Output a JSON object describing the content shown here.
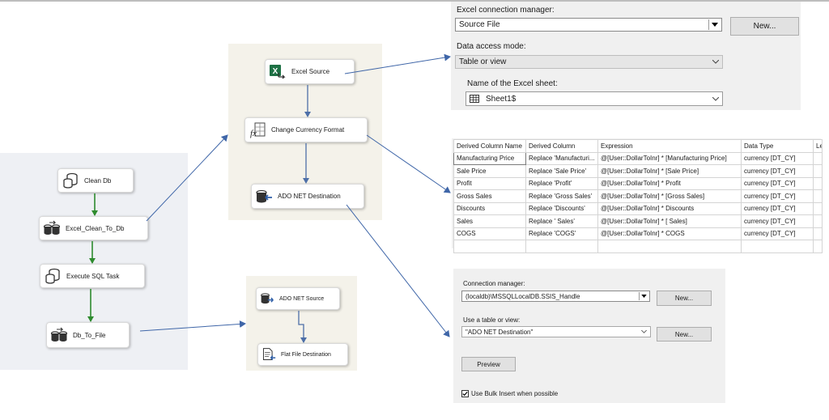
{
  "control_flow": {
    "tasks": [
      {
        "label": "Clean Db"
      },
      {
        "label": "Excel_Clean_To_Db"
      },
      {
        "label": "Execute SQL Task"
      },
      {
        "label": "Db_To_File"
      }
    ]
  },
  "data_flow_1": {
    "components": [
      {
        "label": "Excel Source"
      },
      {
        "label": "Change Currency Format"
      },
      {
        "label": "ADO NET Destination"
      }
    ]
  },
  "data_flow_2": {
    "components": [
      {
        "label": "ADO NET Source"
      },
      {
        "label": "Flat File Destination"
      }
    ]
  },
  "excel_source_editor": {
    "connection_manager_label": "Excel connection manager:",
    "connection_manager_value": "Source File",
    "new_button": "New...",
    "data_access_mode_label": "Data access mode:",
    "data_access_mode_value": "Table or view",
    "sheet_label": "Name of the Excel sheet:",
    "sheet_value": "Sheet1$"
  },
  "derived_column_grid": {
    "headers": [
      "Derived Column Name",
      "Derived Column",
      "Expression",
      "Data Type",
      "Le"
    ],
    "rows": [
      [
        "Manufacturing Price",
        "Replace 'Manufacturi...",
        "@[User::DollarToInr] * [Manufacturing Price]",
        "currency [DT_CY]",
        ""
      ],
      [
        "Sale Price",
        "Replace 'Sale Price'",
        "@[User::DollarToInr] * [Sale Price]",
        "currency [DT_CY]",
        ""
      ],
      [
        "Profit",
        "Replace 'Profit'",
        "@[User::DollarToInr] * Profit",
        "currency [DT_CY]",
        ""
      ],
      [
        "Gross Sales",
        "Replace 'Gross Sales'",
        "@[User::DollarToInr] * [Gross Sales]",
        "currency [DT_CY]",
        ""
      ],
      [
        "Discounts",
        "Replace 'Discounts'",
        "@[User::DollarToInr] * Discounts",
        "currency [DT_CY]",
        ""
      ],
      [
        " Sales",
        "Replace ' Sales'",
        "@[User::DollarToInr] * [ Sales]",
        "currency [DT_CY]",
        ""
      ],
      [
        "COGS",
        "Replace 'COGS'",
        "@[User::DollarToInr] * COGS",
        "currency [DT_CY]",
        ""
      ],
      [
        "",
        "",
        "",
        "",
        ""
      ]
    ]
  },
  "ado_destination_editor": {
    "connection_manager_label": "Connection manager:",
    "connection_manager_value": "(localdb)\\MSSQLLocalDB.SSIS_Handle",
    "new_button_1": "New...",
    "table_label": "Use a table or view:",
    "table_value": "\"ADO NET Destination\"",
    "new_button_2": "New...",
    "preview_button": "Preview",
    "bulk_insert_label": "Use Bulk Insert when possible",
    "bulk_insert_checked": true
  },
  "colors": {
    "precedence_arrow": "#2e8b2e",
    "path_arrow": "#4d6fa8",
    "callout_line": "#3f66a8"
  }
}
